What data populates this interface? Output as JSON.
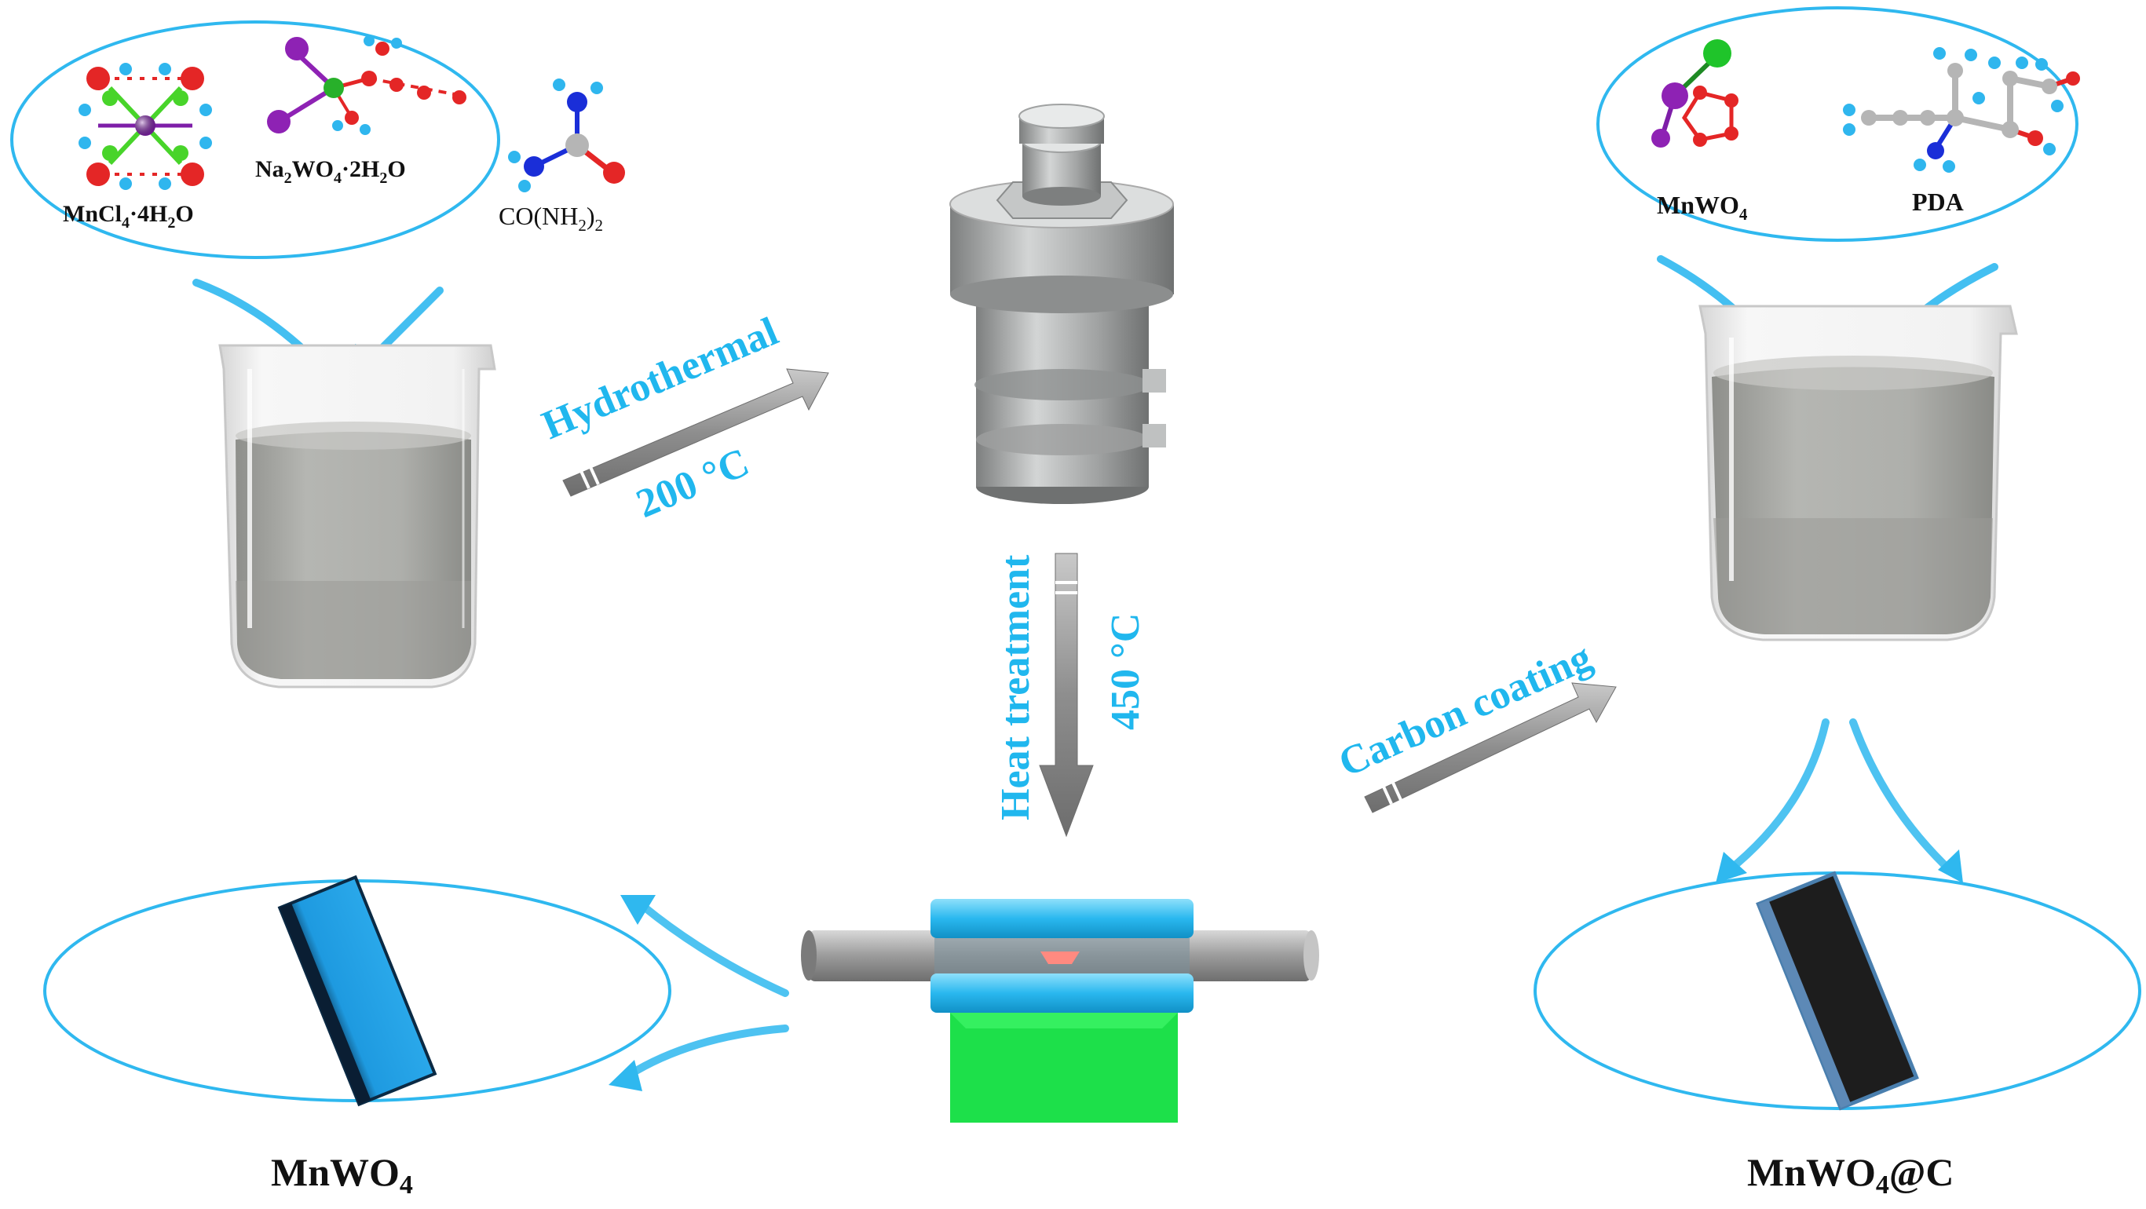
{
  "colors": {
    "accent": "#20b7ee",
    "liquid": "#a9aaa6",
    "steel": "#a6a8a8",
    "furnace_tube": "#4cc6f0",
    "furnace_base": "#1de04a",
    "sample_blue": "#1e9ae0",
    "sample_black": "#1d1d1d",
    "atom_mn": "#7e1ea8",
    "atom_cl": "#48d42a",
    "atom_o": "#e42626",
    "atom_h": "#2fb6ee",
    "atom_n": "#1a2ed8",
    "atom_c": "#b5b5b5",
    "atom_w_na": "#8e22b4"
  },
  "reagents": {
    "mncl": {
      "base": "MnCl",
      "s1": "4",
      "rest": "·4H",
      "s2": "2",
      "tail": "O"
    },
    "na2wo4": {
      "base": "Na",
      "s1": "2",
      "mid": "WO",
      "s2": "4",
      "rest": "·2H",
      "s3": "2",
      "tail": "O"
    },
    "urea": {
      "base": "CO(NH",
      "s1": "2",
      "tail": ")",
      "s2": "2"
    }
  },
  "coating": {
    "mnwo4": {
      "base": "MnWO",
      "s1": "4"
    },
    "pda": "PDA"
  },
  "steps": {
    "hydrothermal": "Hydrothermal",
    "hydrothermal_temp": "200 °C",
    "heat": "Heat treatment",
    "heat_temp": "450 °C",
    "carbon": "Carbon coating"
  },
  "products": {
    "left": {
      "base": "MnWO",
      "s1": "4"
    },
    "right": {
      "base": "MnWO",
      "s1": "4",
      "tail": "@C"
    }
  },
  "icons": [
    "beaker-icon",
    "autoclave-icon",
    "tube-furnace-icon",
    "molecule-icon",
    "nanoplate-icon"
  ]
}
